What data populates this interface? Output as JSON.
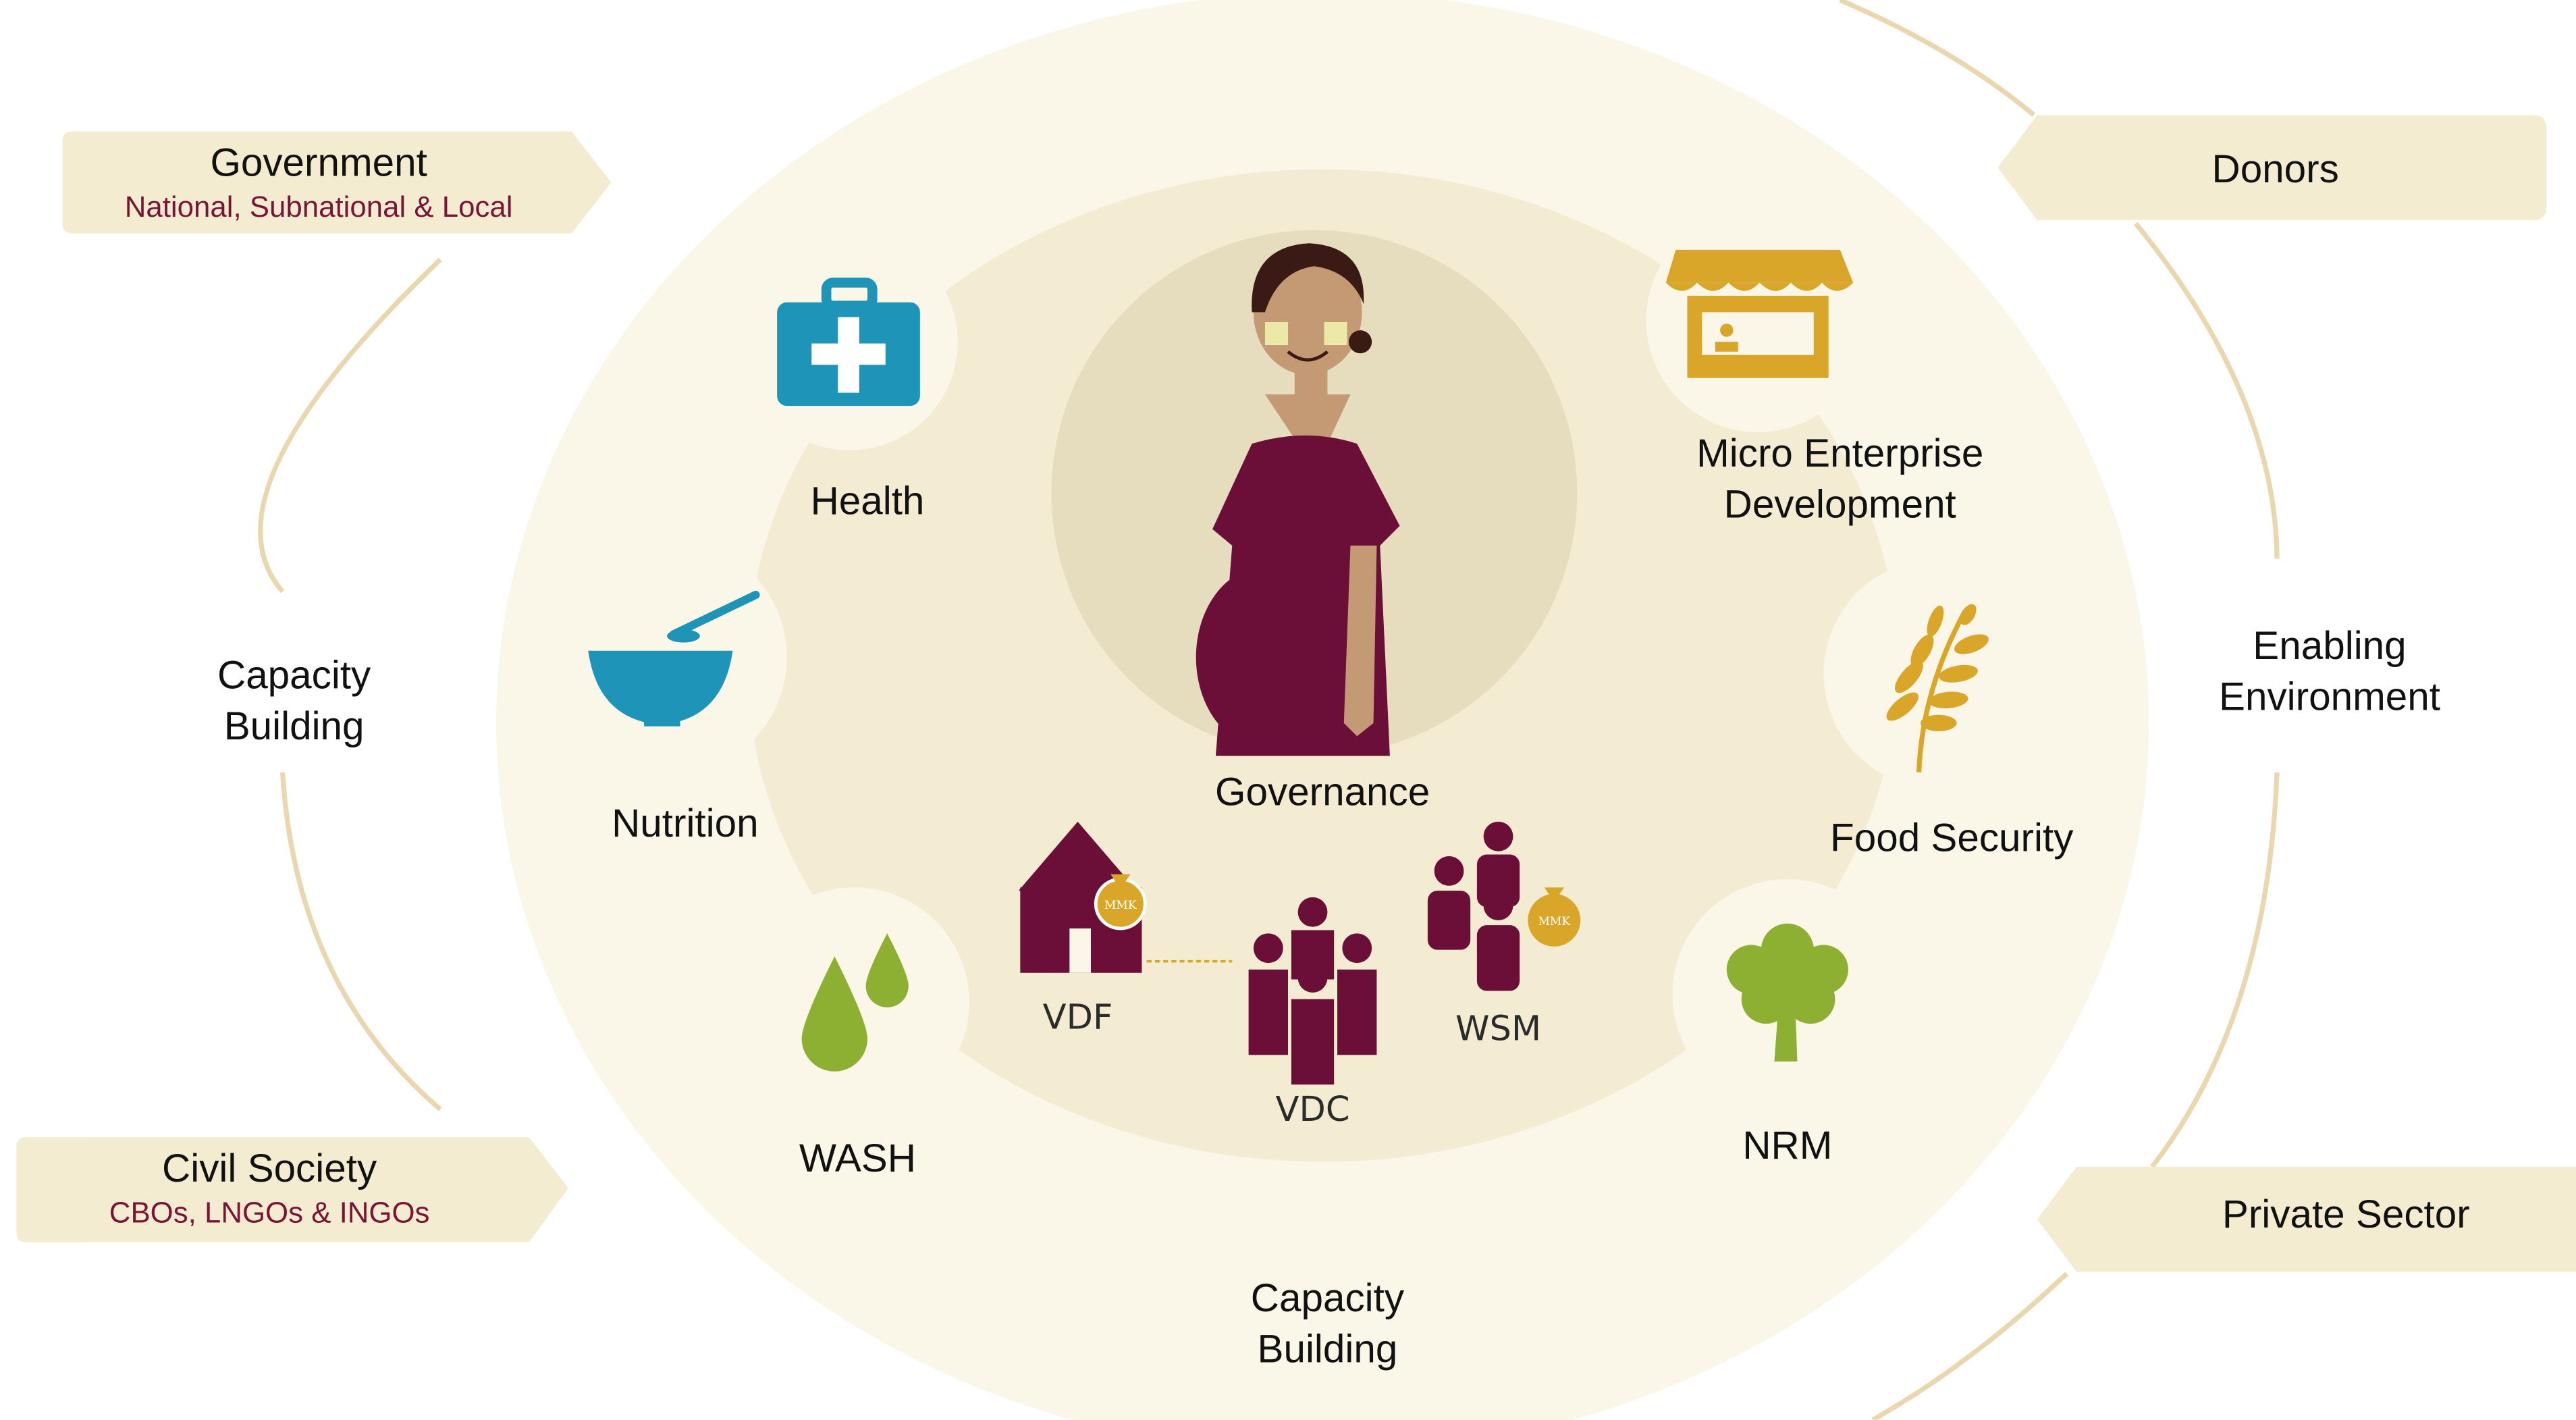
{
  "center": {
    "label": "Governance",
    "subgroups": {
      "vdf": "VDF",
      "vdc": "VDC",
      "wsm": "WSM",
      "coin_text": "MMK"
    }
  },
  "sectors": {
    "health": "Health",
    "nutrition": "Nutrition",
    "wash": "WASH",
    "micro_enterprise": [
      "Micro Enterprise",
      "Development"
    ],
    "food_security": "Food Security",
    "nrm": "NRM"
  },
  "capacity_left": [
    "Capacity",
    "Building"
  ],
  "capacity_bottom": [
    "Capacity",
    "Building"
  ],
  "enabling": [
    "Enabling",
    "Environment"
  ],
  "stakeholders": {
    "government": {
      "title": "Government",
      "subtitle": "National, Subnational & Local"
    },
    "civil_society": {
      "title": "Civil Society",
      "subtitle": "CBOs, LNGOs & INGOs"
    },
    "donors": {
      "title": "Donors"
    },
    "private_sector": {
      "title": "Private Sector"
    }
  },
  "colors": {
    "outer_ring": "#faf6e8",
    "middle_ring": "#f3ecd3",
    "inner_circle": "#e6ddbe",
    "tag_fill": "#f4ecd0",
    "maroon": "#6b0f38",
    "teal": "#1e95b8",
    "gold": "#d9a62a",
    "green": "#8db032",
    "arc": "#ead7b0"
  }
}
